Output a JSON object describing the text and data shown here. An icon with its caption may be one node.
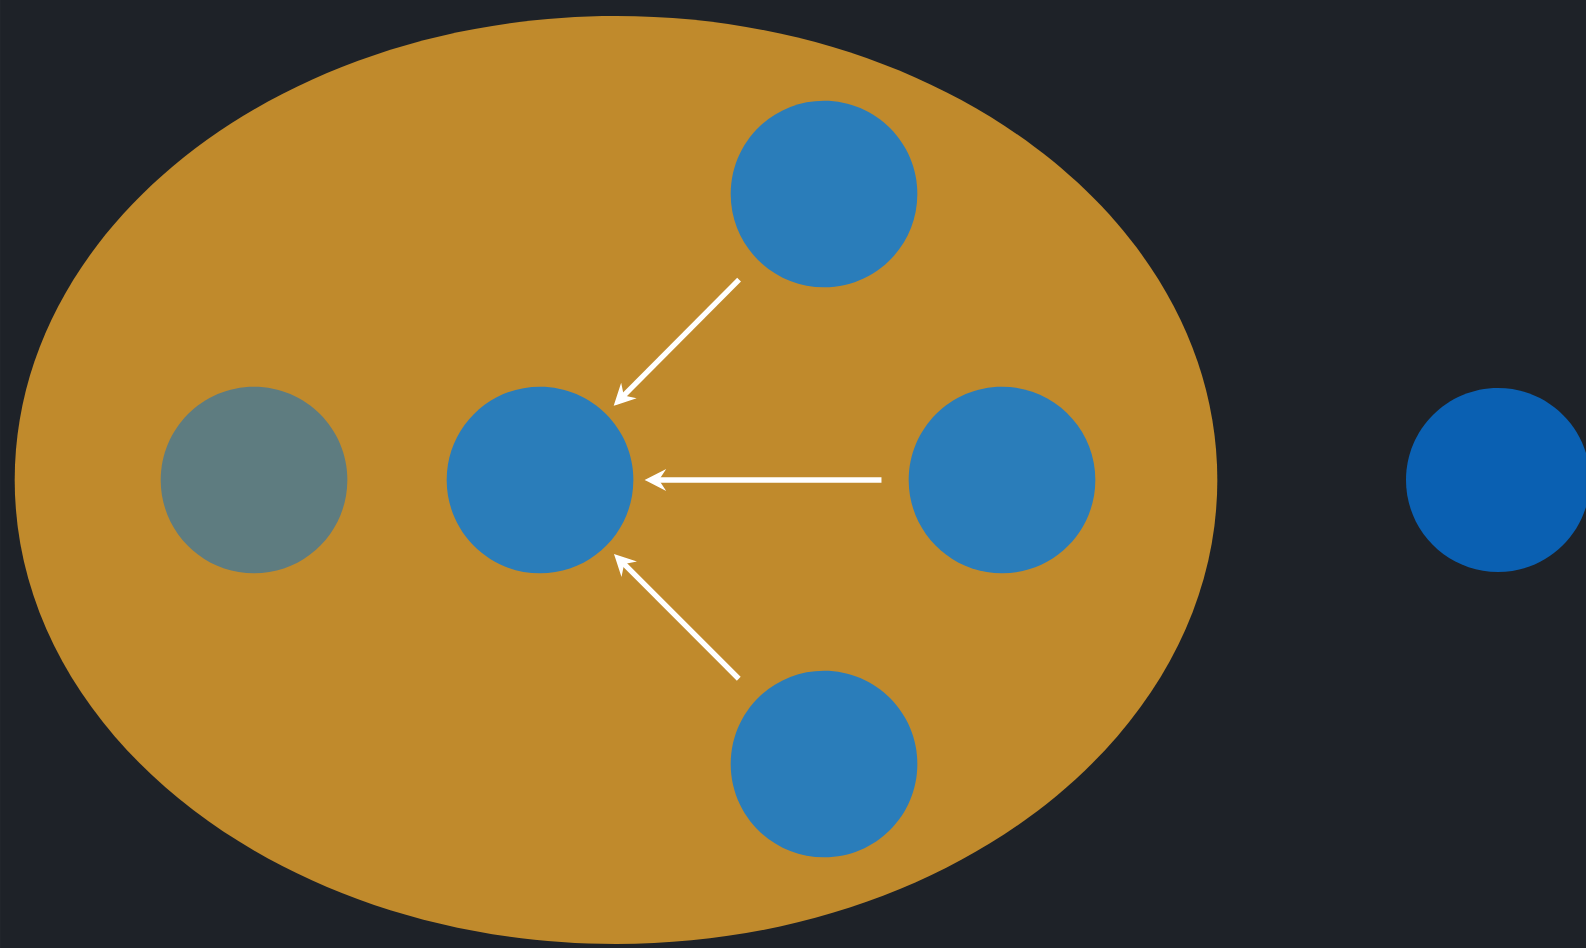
{
  "diagram": {
    "nodes": [
      {
        "text": [],
        "shape": "ellipse"
      },
      {
        "text": [],
        "shape": "circle",
        "in": 0
      },
      {
        "text": [],
        "shape": "circle",
        "in": 0
      },
      {
        "text": [],
        "shape": "circle",
        "in": 0
      },
      {
        "text": [],
        "shape": "circle",
        "in": 0
      },
      {
        "text": [],
        "shape": "circle",
        "in": 0
      },
      {
        "text": [],
        "shape": "circle"
      }
    ],
    "edges": [
      {
        "from": 3,
        "to": 2,
        "arrow": "to"
      },
      {
        "from": 5,
        "to": 2,
        "arrow": "to"
      },
      {
        "from": 4,
        "to": 2,
        "arrow": "to"
      }
    ]
  }
}
